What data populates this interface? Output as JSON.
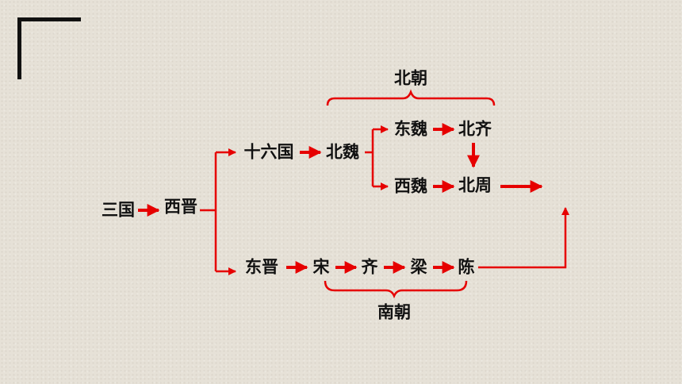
{
  "diagram": {
    "colors": {
      "arrow": "#e60000",
      "text": "#111111",
      "bracket": "#e60000"
    },
    "nodes": {
      "sanguo": "三国",
      "xijin": "西晋",
      "shiliuguo": "十六国",
      "beiwei": "北魏",
      "dongwei": "东魏",
      "beiqi": "北齐",
      "xiwei": "西魏",
      "beizhou": "北周",
      "dongjin": "东晋",
      "song": "宋",
      "qi": "齐",
      "liang": "梁",
      "chen": "陈"
    },
    "groups": {
      "north": "北朝",
      "south": "南朝"
    }
  }
}
